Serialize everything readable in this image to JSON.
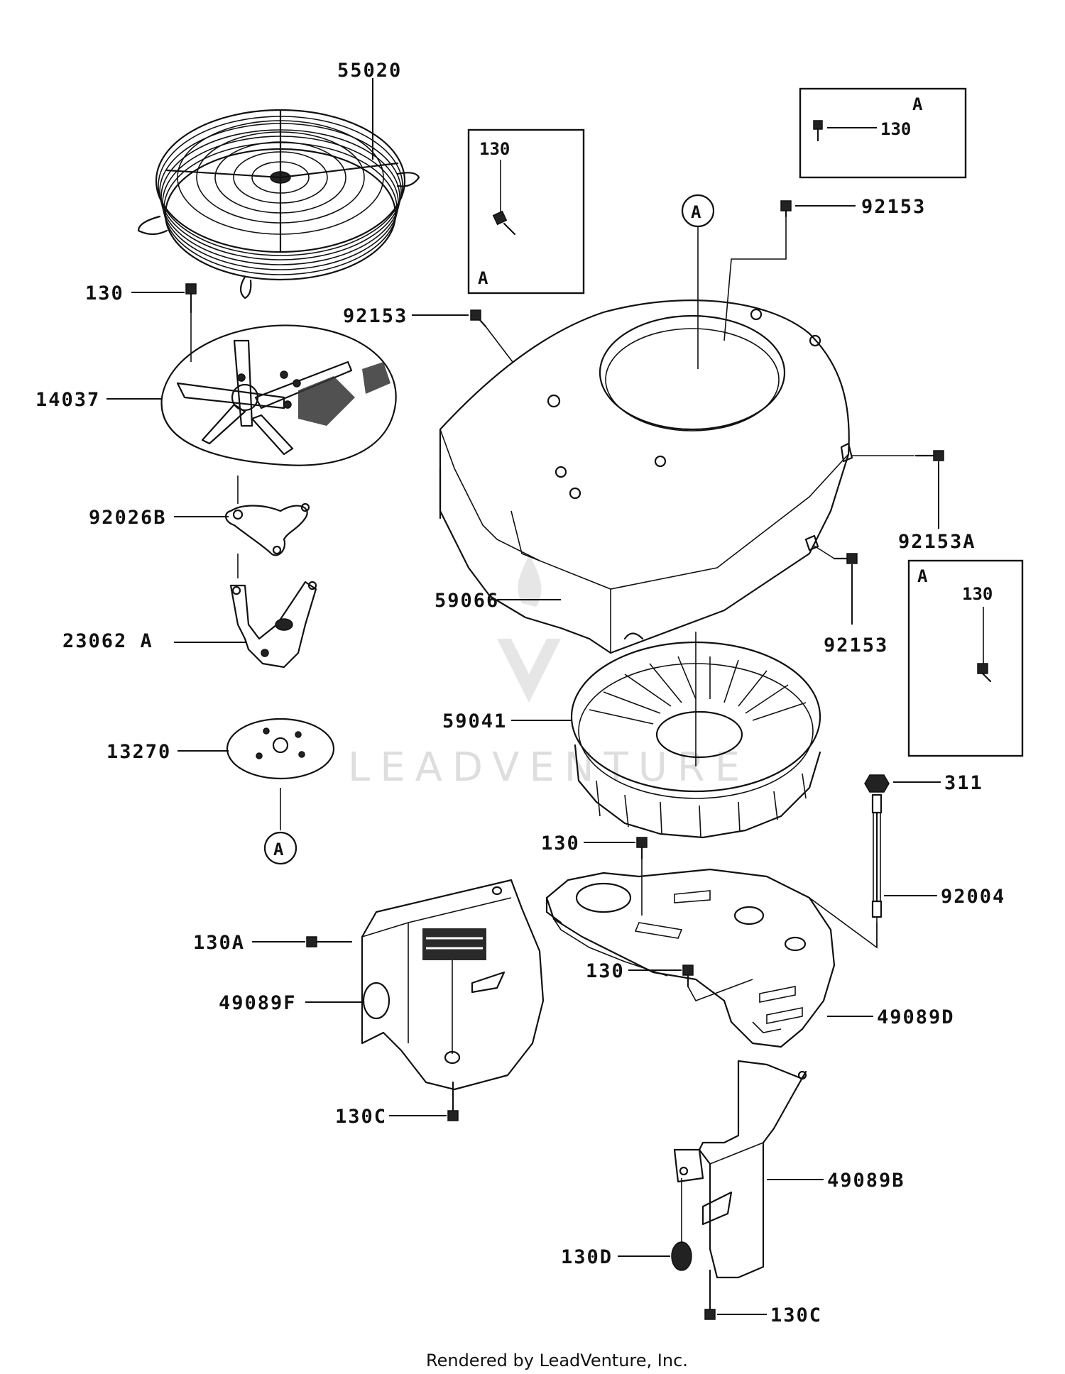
{
  "watermark": "LEADVENTURE",
  "footer": "Rendered by LeadVenture, Inc.",
  "callout_ref": "A",
  "inset_boxes": [
    {
      "part": "130",
      "ref": "A"
    },
    {
      "part": "130",
      "ref": "A"
    },
    {
      "part": "130",
      "ref": "A"
    }
  ],
  "labels": {
    "p55020": "55020",
    "p130_fan_bolt": "130",
    "p14037": "14037",
    "p92026B": "92026B",
    "p23062A": "23062 A",
    "p13270": "13270",
    "p92153_left": "92153",
    "p92153_top": "92153",
    "p92153A": "92153A",
    "p92153_right": "92153",
    "p59066": "59066",
    "p59041": "59041",
    "p311": "311",
    "p130_mid": "130",
    "p92004": "92004",
    "p130A": "130A",
    "p130_lower": "130",
    "p49089F": "49089F",
    "p49089D": "49089D",
    "p130C_left": "130C",
    "p49089B": "49089B",
    "p130D": "130D",
    "p130C_bottom": "130C"
  }
}
